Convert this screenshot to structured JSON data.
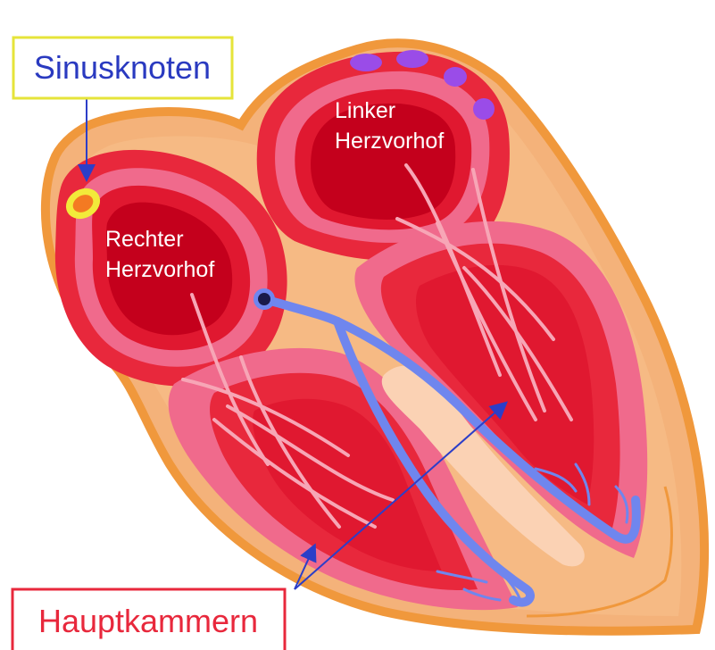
{
  "labels": {
    "sinusknoten": "Sinusknoten",
    "linker_herzvorhof_1": "Linker",
    "linker_herzvorhof_2": "Herzvorhof",
    "rechter_herzvorhof_1": "Rechter",
    "rechter_herzvorhof_2": "Herzvorhof",
    "hauptkammern": "Hauptkammern"
  },
  "colors": {
    "outer_tissue": "#f4b27a",
    "outer_edge": "#f0983c",
    "muscle_red": "#e8283c",
    "muscle_pink": "#f06a8c",
    "chamber_dark": "#c4001c",
    "chamber_mid": "#e01830",
    "septum_light": "#fbd2b4",
    "conduction_blue": "#6f86ee",
    "node_yellow": "#f2ea3a",
    "node_orange": "#f47a22",
    "purple_spots": "#9a4ce8",
    "arrow_blue": "#2c3ec8",
    "sinus_box_border": "#e6e43a",
    "sinus_text": "#2a3ac0",
    "haupt_box_border": "#e8283c",
    "haupt_text": "#e8283c",
    "label_white": "#ffffff"
  }
}
